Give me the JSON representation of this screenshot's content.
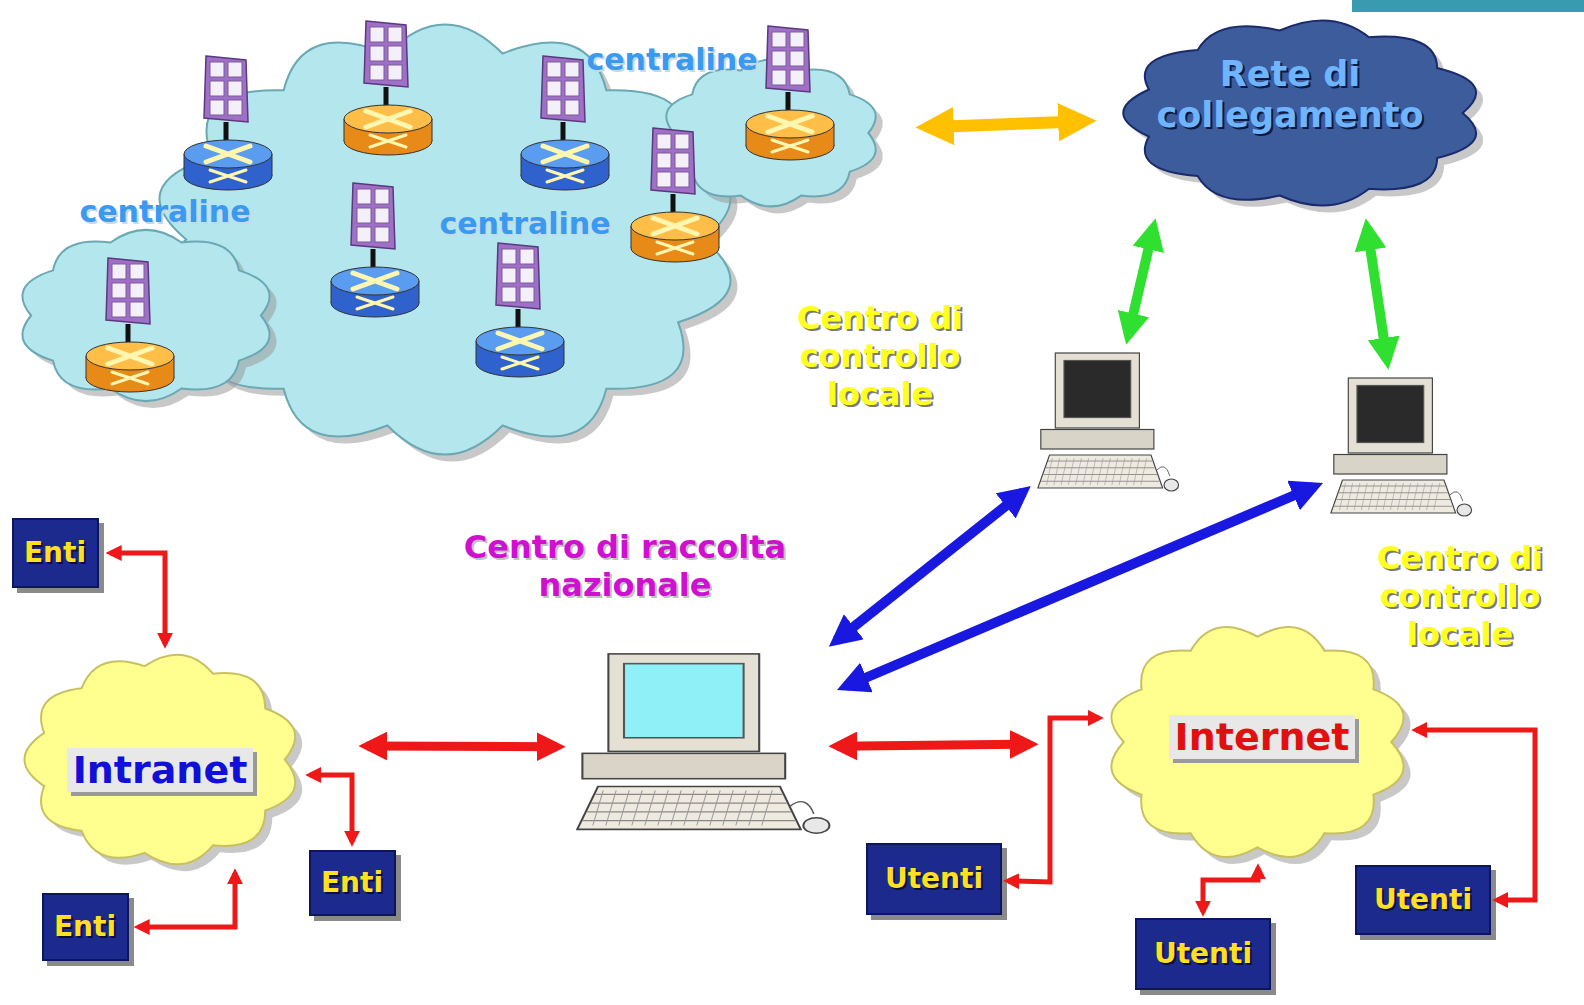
{
  "diagram": {
    "nodes": [
      {
        "text": [
          "centraline"
        ]
      },
      {
        "text": [
          "centraline"
        ]
      },
      {
        "text": [
          "centraline"
        ]
      },
      {
        "text": [
          "Rete di collegamento"
        ]
      },
      {
        "text": [
          "Centro di controllo locale"
        ]
      },
      {
        "text": [
          "Centro di controllo locale"
        ]
      },
      {
        "text": [
          "Centro di raccolta nazionale"
        ]
      },
      {
        "text": [
          "Intranet"
        ]
      },
      {
        "text": [
          "Internet"
        ]
      },
      {
        "text": [
          "Enti"
        ]
      },
      {
        "text": [
          "Enti"
        ]
      },
      {
        "text": [
          "Enti"
        ]
      },
      {
        "text": [
          "Utenti"
        ]
      },
      {
        "text": [
          "Utenti"
        ]
      },
      {
        "text": [
          "Utenti"
        ]
      }
    ],
    "edges": [
      {
        "from": 2,
        "to": 3,
        "arrow": "both"
      },
      {
        "from": 3,
        "to": 4,
        "arrow": "both"
      },
      {
        "from": 3,
        "to": 5,
        "arrow": "both"
      },
      {
        "from": 4,
        "to": 6,
        "arrow": "both"
      },
      {
        "from": 5,
        "to": 6,
        "arrow": "both"
      },
      {
        "from": 6,
        "to": 7,
        "arrow": "both"
      },
      {
        "from": 6,
        "to": 8,
        "arrow": "both"
      },
      {
        "from": 9,
        "to": 7,
        "arrow": "both"
      },
      {
        "from": 10,
        "to": 7,
        "arrow": "both"
      },
      {
        "from": 11,
        "to": 7,
        "arrow": "both"
      },
      {
        "from": 12,
        "to": 8,
        "arrow": "both"
      },
      {
        "from": 13,
        "to": 8,
        "arrow": "both"
      },
      {
        "from": 14,
        "to": 8,
        "arrow": "both"
      }
    ]
  }
}
